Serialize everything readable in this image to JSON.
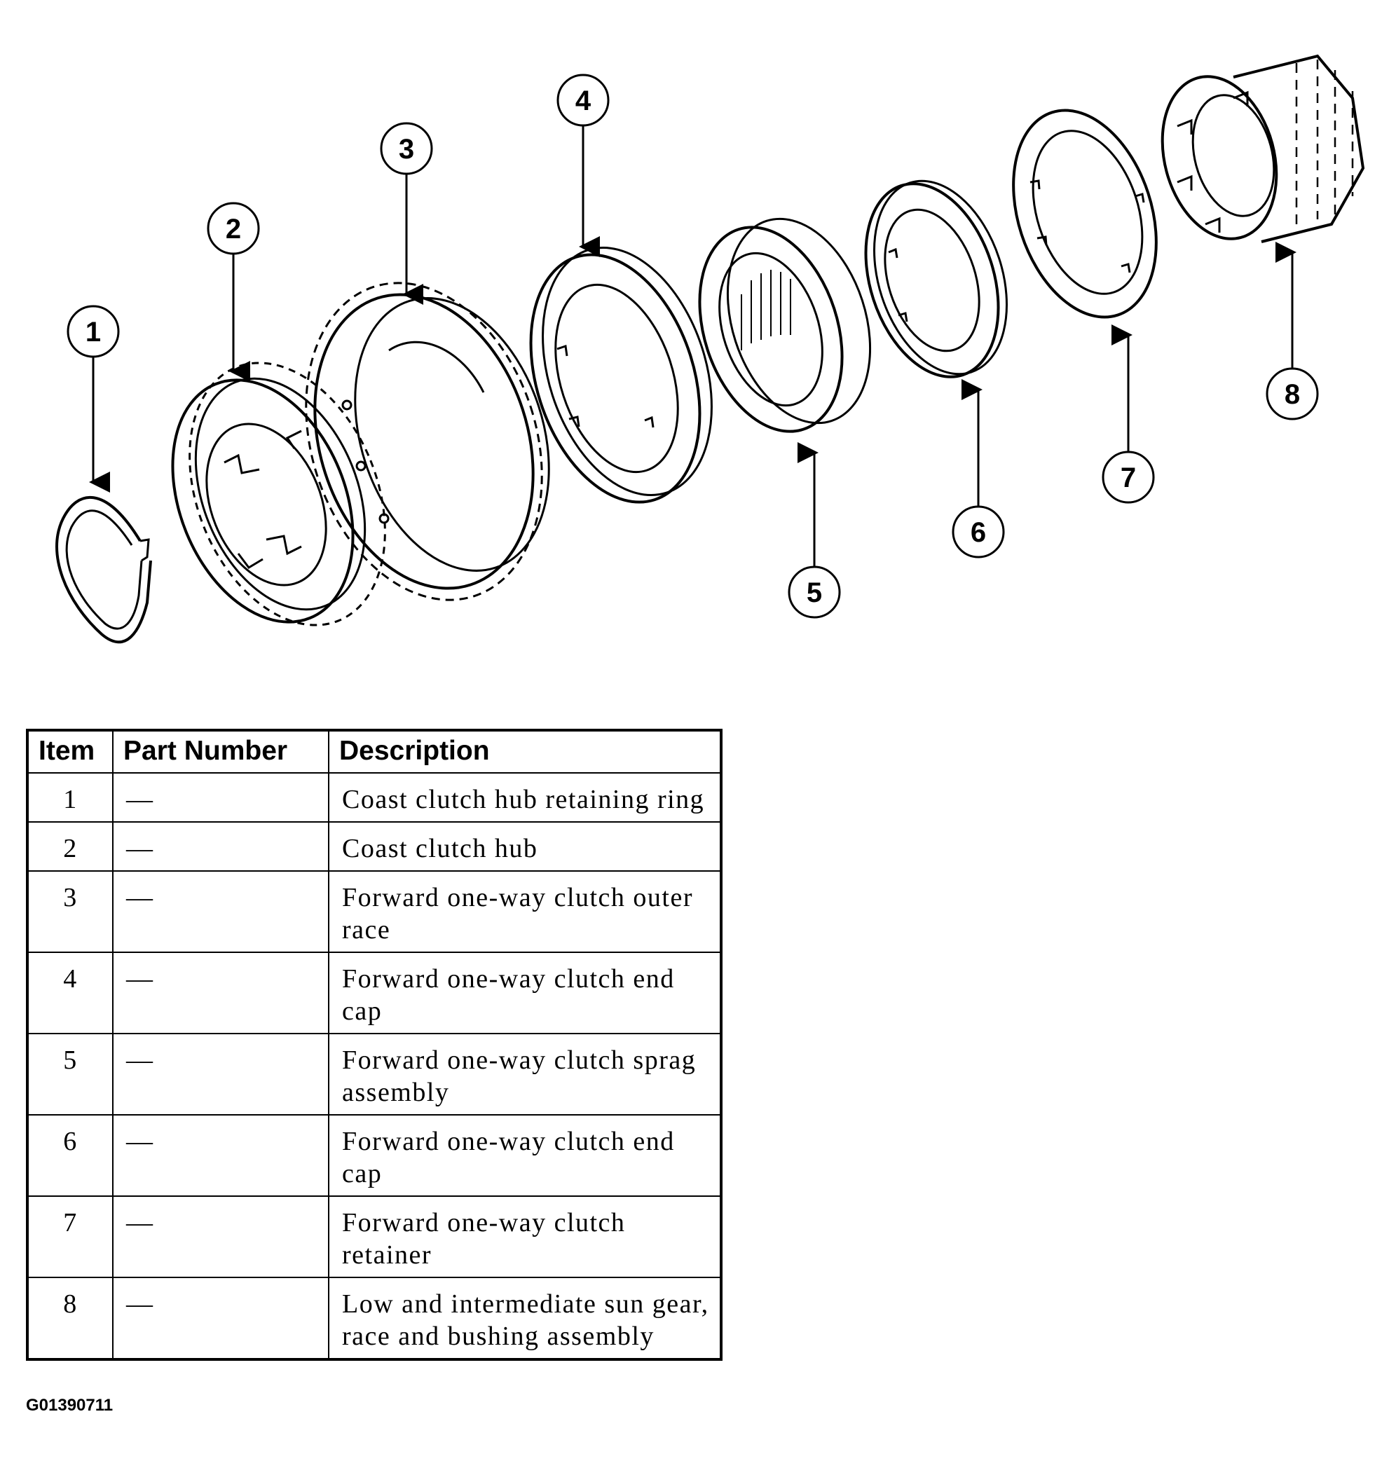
{
  "callouts": [
    "1",
    "2",
    "3",
    "4",
    "5",
    "6",
    "7",
    "8"
  ],
  "table": {
    "headers": {
      "item": "Item",
      "part_number": "Part Number",
      "description": "Description"
    },
    "rows": [
      {
        "item": "1",
        "part_number": "—",
        "description": "Coast clutch hub retaining ring"
      },
      {
        "item": "2",
        "part_number": "—",
        "description": "Coast clutch hub"
      },
      {
        "item": "3",
        "part_number": "—",
        "description": "Forward one-way clutch outer race"
      },
      {
        "item": "4",
        "part_number": "—",
        "description": "Forward one-way clutch end cap"
      },
      {
        "item": "5",
        "part_number": "—",
        "description": "Forward one-way clutch sprag assembly"
      },
      {
        "item": "6",
        "part_number": "—",
        "description": "Forward one-way clutch end cap"
      },
      {
        "item": "7",
        "part_number": "—",
        "description": "Forward one-way clutch retainer"
      },
      {
        "item": "8",
        "part_number": "—",
        "description": "Low and intermediate sun gear, race and bushing assembly"
      }
    ]
  },
  "figure_code": "G01390711"
}
